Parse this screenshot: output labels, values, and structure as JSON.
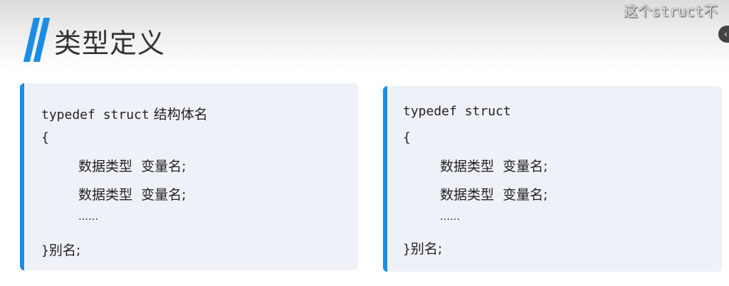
{
  "title": "类型定义",
  "subtitle": "这个struct不",
  "collapse_icon": "chevron-left-icon",
  "cards": [
    {
      "kw": "typedef struct",
      "name": "结构体名",
      "open": "{",
      "fields": [
        "数据类型  变量名;",
        "数据类型  变量名;"
      ],
      "ellipsis": "……",
      "close_brace": "}",
      "alias": "别名;"
    },
    {
      "kw": "typedef struct",
      "name": "",
      "open": "{",
      "fields": [
        "数据类型  变量名;",
        "数据类型  变量名;"
      ],
      "ellipsis": "……",
      "close_brace": "}",
      "alias": "别名;"
    }
  ]
}
